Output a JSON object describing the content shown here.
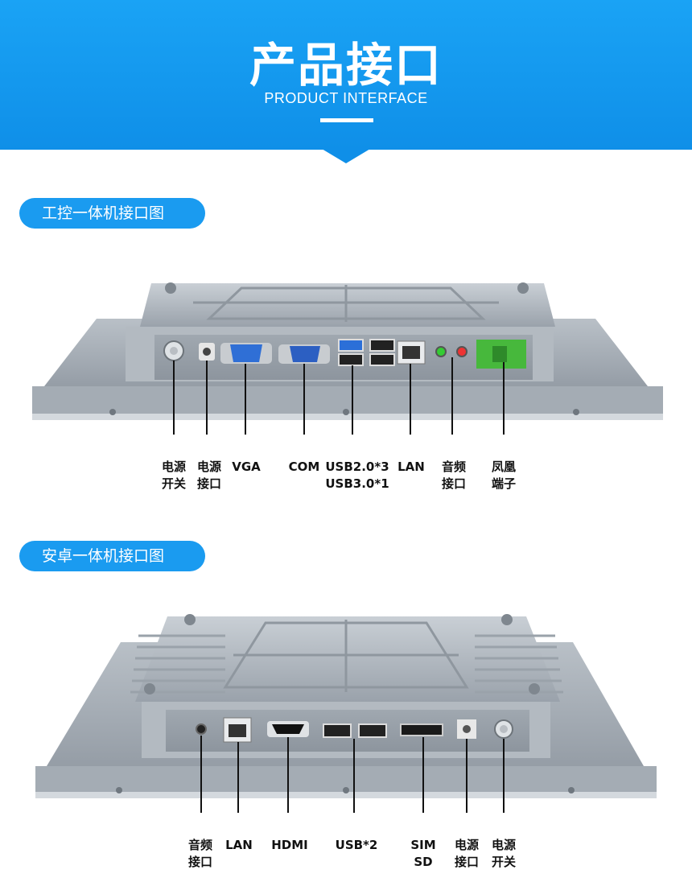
{
  "header": {
    "title": "产品接口",
    "subtitle": "PRODUCT INTERFACE"
  },
  "section_industrial": {
    "title": "工控一体机接口图",
    "ports": [
      {
        "line1": "电源",
        "line2": "开关"
      },
      {
        "line1": "电源",
        "line2": "接口"
      },
      {
        "line1": "VGA",
        "line2": ""
      },
      {
        "line1": "COM",
        "line2": ""
      },
      {
        "line1": "USB2.0*3",
        "line2": "USB3.0*1"
      },
      {
        "line1": "LAN",
        "line2": ""
      },
      {
        "line1": "音频",
        "line2": "接口"
      },
      {
        "line1": "凤凰",
        "line2": "端子"
      }
    ]
  },
  "section_android": {
    "title": "安卓一体机接口图",
    "ports": [
      {
        "line1": "音频",
        "line2": "接口"
      },
      {
        "line1": "LAN",
        "line2": ""
      },
      {
        "line1": "HDMI",
        "line2": ""
      },
      {
        "line1": "USB*2",
        "line2": ""
      },
      {
        "line1": "SIM",
        "line2": "SD"
      },
      {
        "line1": "电源",
        "line2": "接口"
      },
      {
        "line1": "电源",
        "line2": "开关"
      }
    ]
  },
  "colors": {
    "header_blue": "#1aa3f5",
    "pill_blue": "#1a9bf0",
    "panel_gray": "#a9b1b9",
    "usb3_blue": "#2b6fd8",
    "vga_blue": "#2f6fd6",
    "terminal_green": "#47b83c"
  }
}
